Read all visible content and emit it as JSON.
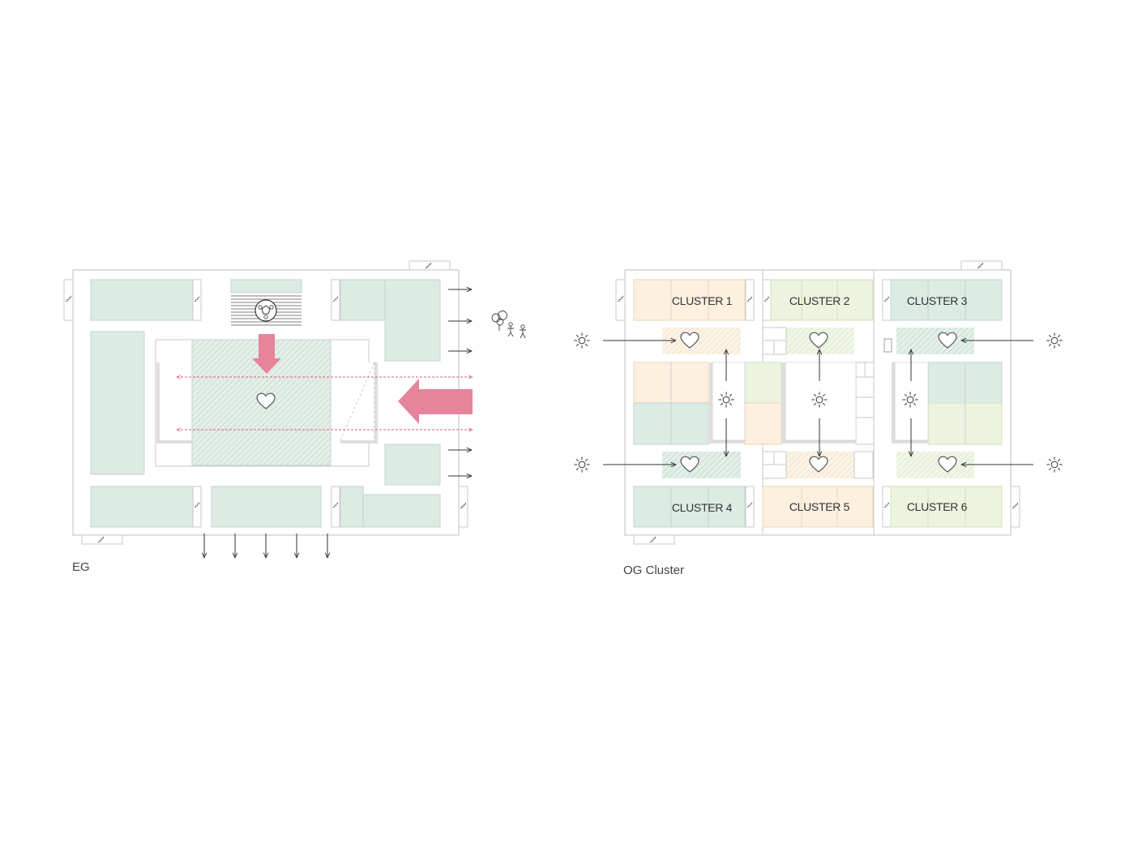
{
  "plans": {
    "ground_floor": {
      "caption": "EG"
    },
    "upper_floor": {
      "caption": "OG Cluster",
      "clusters": [
        "CLUSTER 1",
        "CLUSTER 2",
        "CLUSTER 3",
        "CLUSTER 4",
        "CLUSTER 5",
        "CLUSTER 6"
      ]
    }
  },
  "colors": {
    "mint": "#dcebe3",
    "peach": "#fdf0df",
    "pale_green": "#ecf3df",
    "arrow_pink": "#e6849b",
    "line": "#c9c9c9",
    "shade": "#dedede"
  },
  "icons": [
    "heart-icon",
    "sun-icon",
    "football-icon",
    "people-icon",
    "stair-icon",
    "arrow-icon"
  ]
}
